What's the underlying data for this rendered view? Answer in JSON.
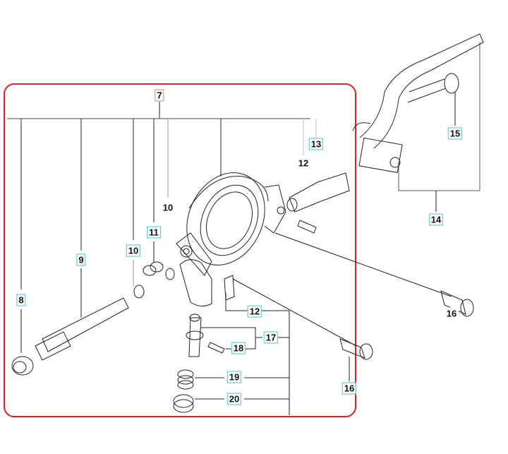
{
  "diagram": {
    "type": "exploded-parts-diagram",
    "highlight_color": "#e02020",
    "label_border_color": "#4fc3d0",
    "assembly_label_color": "#e8826a",
    "labels": {
      "p7": "7",
      "p8": "8",
      "p9": "9",
      "p10a": "10",
      "p10b": "10",
      "p11": "11",
      "p12a": "12",
      "p12b": "12",
      "p13": "13",
      "p14": "14",
      "p15": "15",
      "p16a": "16",
      "p16b": "16",
      "p17": "17",
      "p18": "18",
      "p19": "19",
      "p20": "20"
    }
  }
}
